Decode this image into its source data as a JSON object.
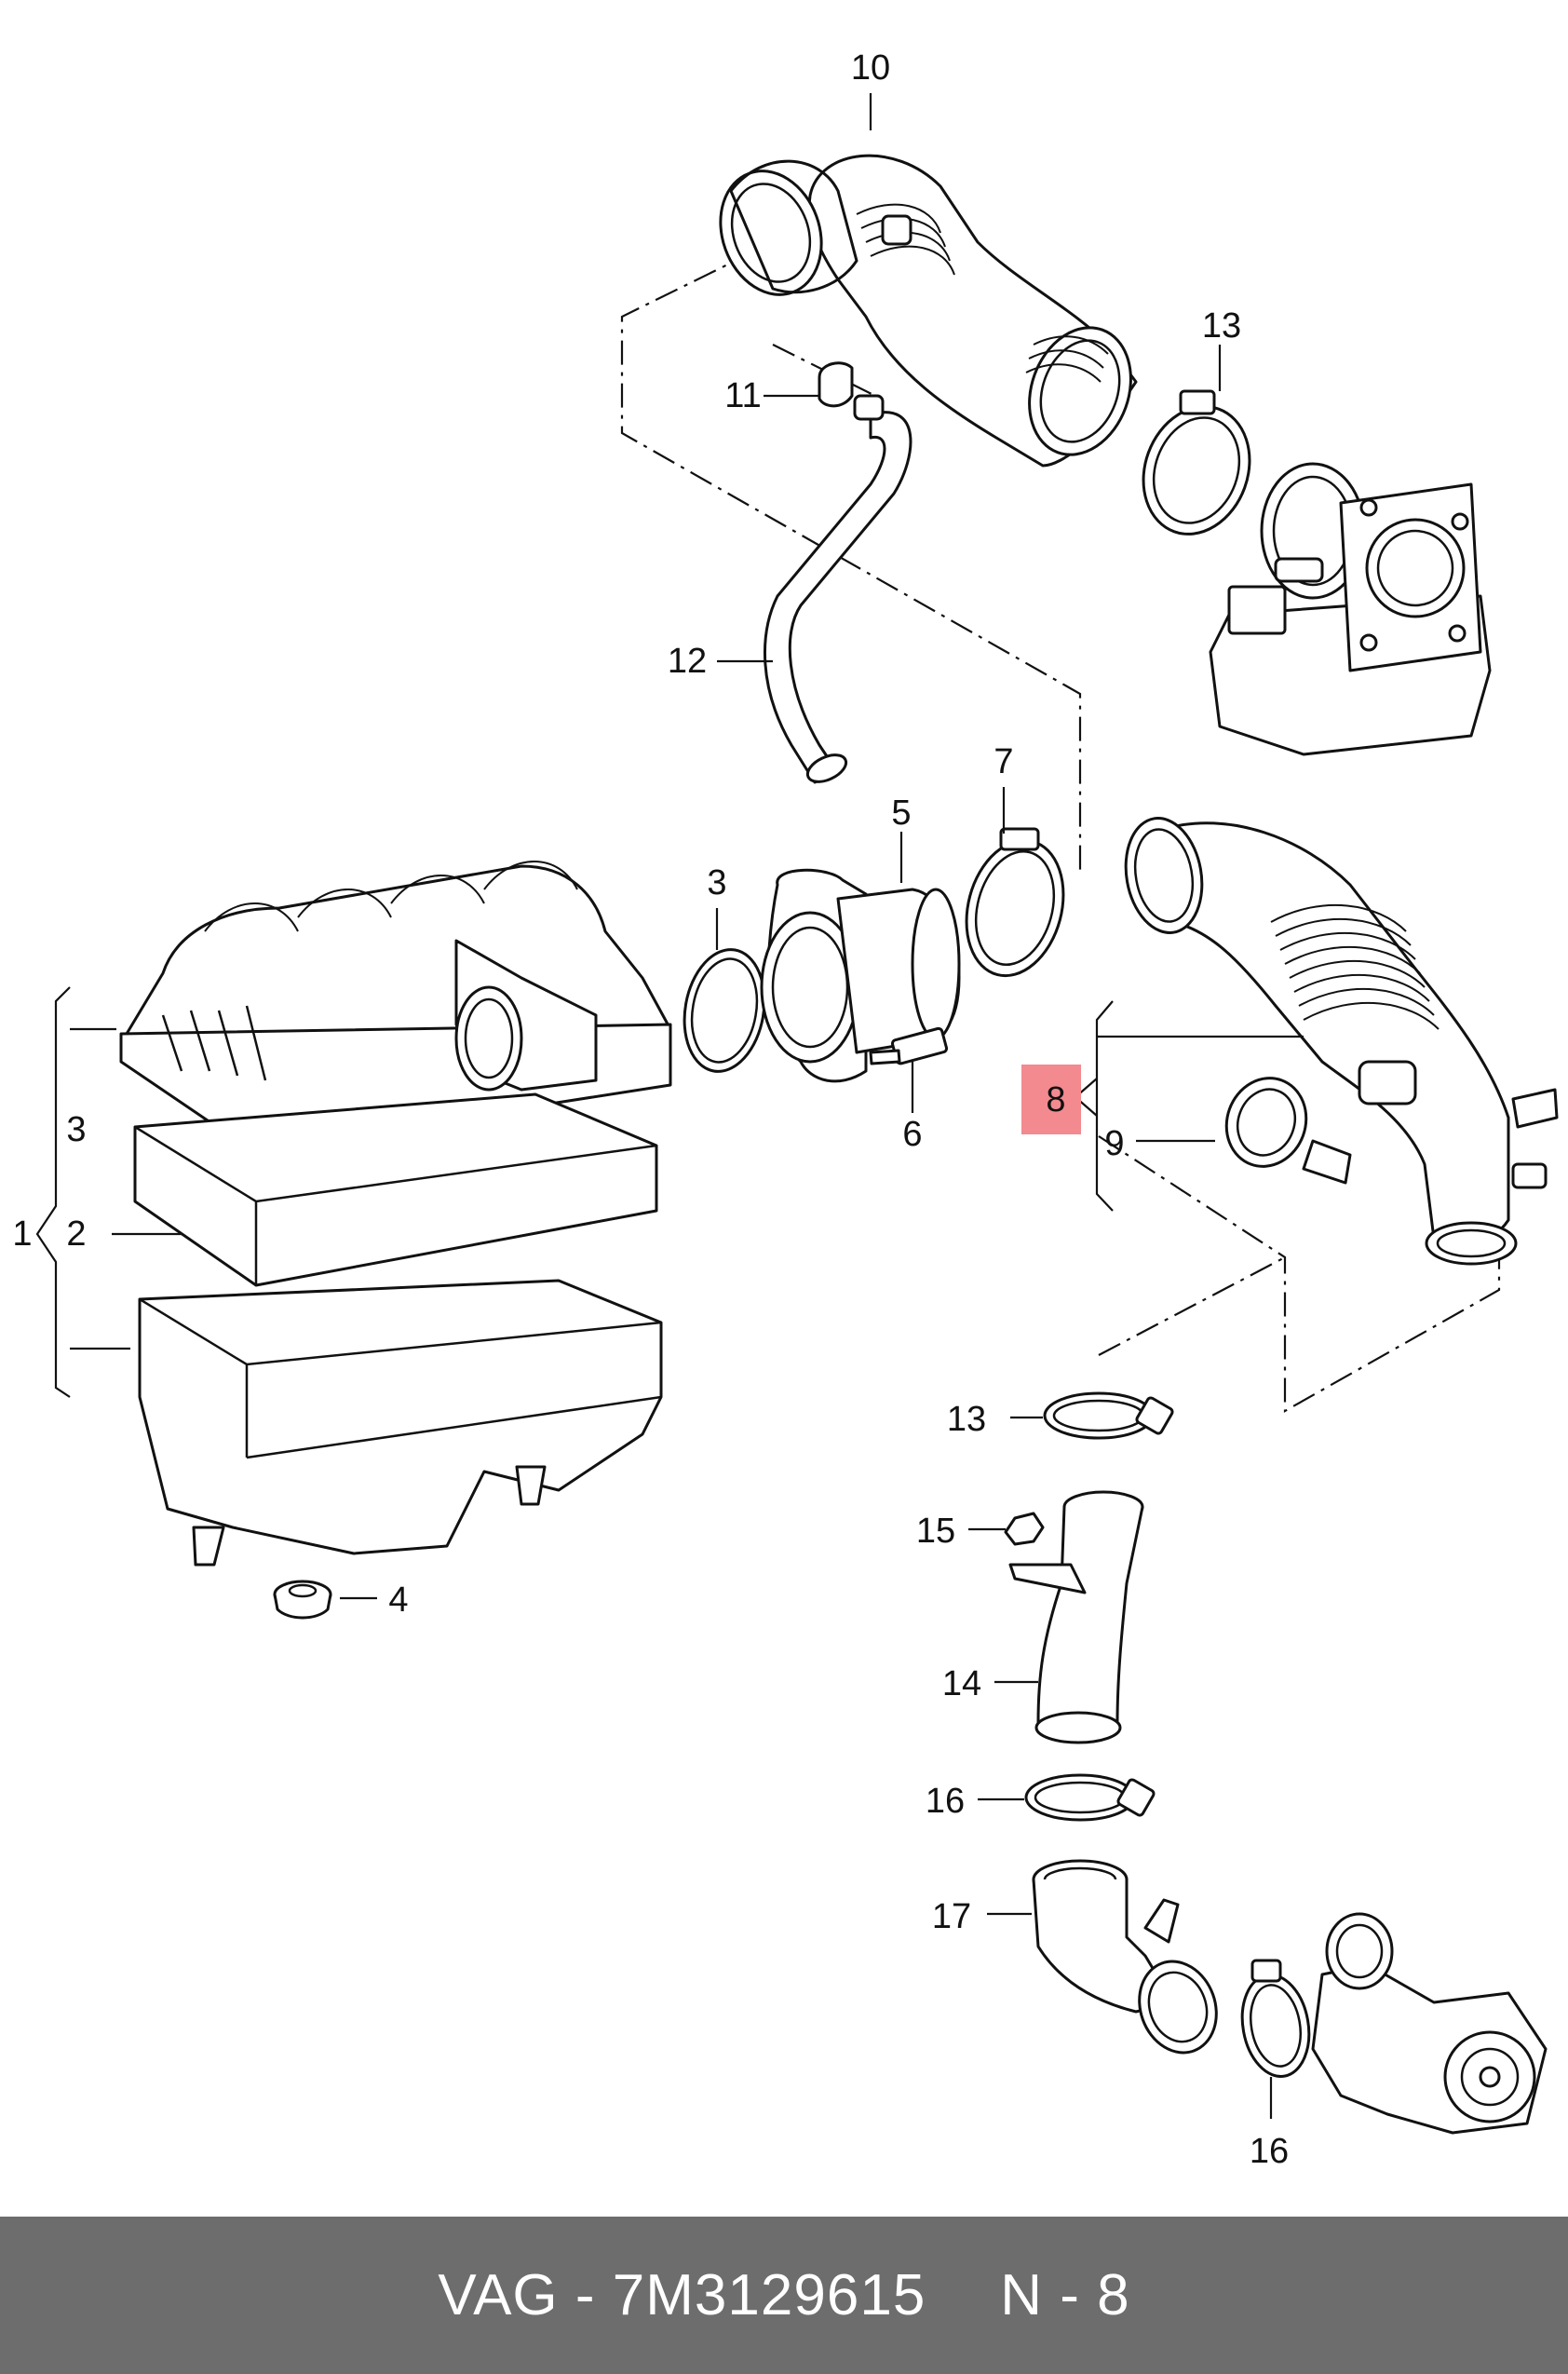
{
  "diagram": {
    "callouts": [
      "10",
      "13",
      "11",
      "12",
      "7",
      "5",
      "3",
      "1",
      "3",
      "2",
      "4",
      "6",
      "8",
      "9",
      "13",
      "15",
      "14",
      "16",
      "17",
      "16"
    ],
    "highlighted_callout": "8",
    "highlight_color": "#f28a8f"
  },
  "footer": {
    "brand": "VAG",
    "separator": "-",
    "part_number": "7M3129615",
    "ref_label": "N - 8",
    "background": "#6d6d6d"
  }
}
